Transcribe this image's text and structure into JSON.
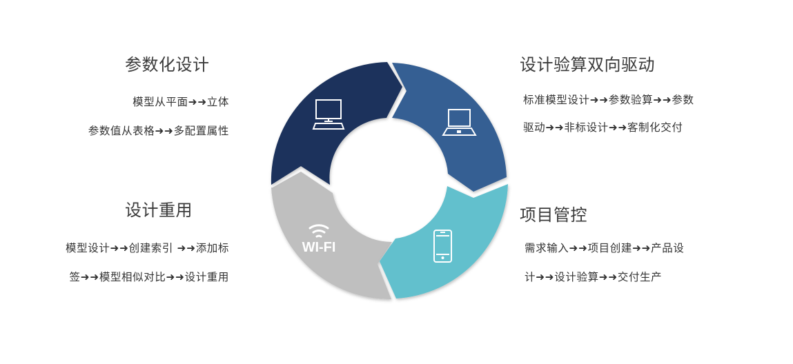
{
  "sections": {
    "parametric": {
      "title": "参数化设计",
      "lines": [
        "模型从平面➜➜立体",
        "参数值从表格➜➜多配置属性"
      ]
    },
    "bidirectional": {
      "title": "设计验算双向驱动",
      "lines": [
        "标准模型设计➜➜参数验算➜➜参数",
        "驱动➜➜非标设计➜➜客制化交付"
      ]
    },
    "reuse": {
      "title": "设计重用",
      "lines": [
        "模型设计➜➜创建索引 ➜➜添加标",
        "签➜➜模型相似对比➜➜设计重用"
      ]
    },
    "project": {
      "title": "项目管控",
      "lines": [
        "需求输入➜➜项目创建➜➜产品设",
        "计➜➜设计验算➜➜交付生产"
      ]
    }
  },
  "cycle": {
    "segments": [
      {
        "name": "top-left",
        "color": "#1b325c",
        "icon": "desktop-computer-icon"
      },
      {
        "name": "top-right",
        "color": "#365e93",
        "icon": "laptop-icon"
      },
      {
        "name": "bottom-right",
        "color": "#62c0cd",
        "icon": "smartphone-icon"
      },
      {
        "name": "bottom-left",
        "color": "#bfbfbf",
        "icon": "wifi-icon",
        "label": "WI-FI"
      }
    ]
  }
}
